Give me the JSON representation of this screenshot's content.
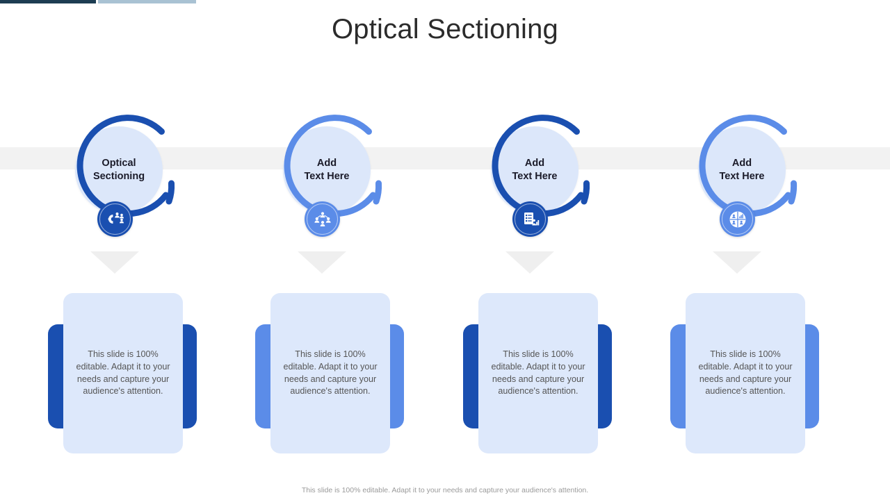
{
  "slide": {
    "title": "Optical Sectioning",
    "footer_note": "This slide is 100% editable. Adapt it to your needs and capture your audience's attention.",
    "body_text": "This slide is 100% editable. Adapt  it to your needs and capture your audience's attention."
  },
  "top_progress": {
    "primary_color": "#1d3d52",
    "secondary_color": "#a9c2d3"
  },
  "theme": {
    "dark_blue": "#1a4fb0",
    "light_blue": "#5b8ce8",
    "circle_fill": "#dce7fa",
    "card_fill": "#dde8fb",
    "band_gray": "#f2f2f2",
    "title_color": "#2b2b2b",
    "body_color": "#555555"
  },
  "columns": [
    {
      "label": "Optical\nSectioning",
      "icon": "magnet-people-icon",
      "accent": "#1a4fb0",
      "ring_color": "#1a4fb0",
      "card_back_color": "#1a4fb0",
      "body": "This slide is 100% editable. Adapt  it to your needs and capture your audience's attention."
    },
    {
      "label": "Add\nText Here",
      "icon": "people-network-icon",
      "accent": "#5b8ce8",
      "ring_color": "#5b8ce8",
      "card_back_color": "#5b8ce8",
      "body": "This slide is 100% editable. Adapt  it to your needs and capture your audience's attention."
    },
    {
      "label": "Add\nText Here",
      "icon": "checklist-report-icon",
      "accent": "#1a4fb0",
      "ring_color": "#1a4fb0",
      "card_back_color": "#1a4fb0",
      "body": "This slide is 100% editable. Adapt  it to your needs and capture your audience's attention."
    },
    {
      "label": "Add\nText Here",
      "icon": "segmentation-quadrant-icon",
      "accent": "#5b8ce8",
      "ring_color": "#5b8ce8",
      "card_back_color": "#5b8ce8",
      "body": "This slide is 100% editable. Adapt  it to your needs and capture your audience's attention."
    }
  ]
}
